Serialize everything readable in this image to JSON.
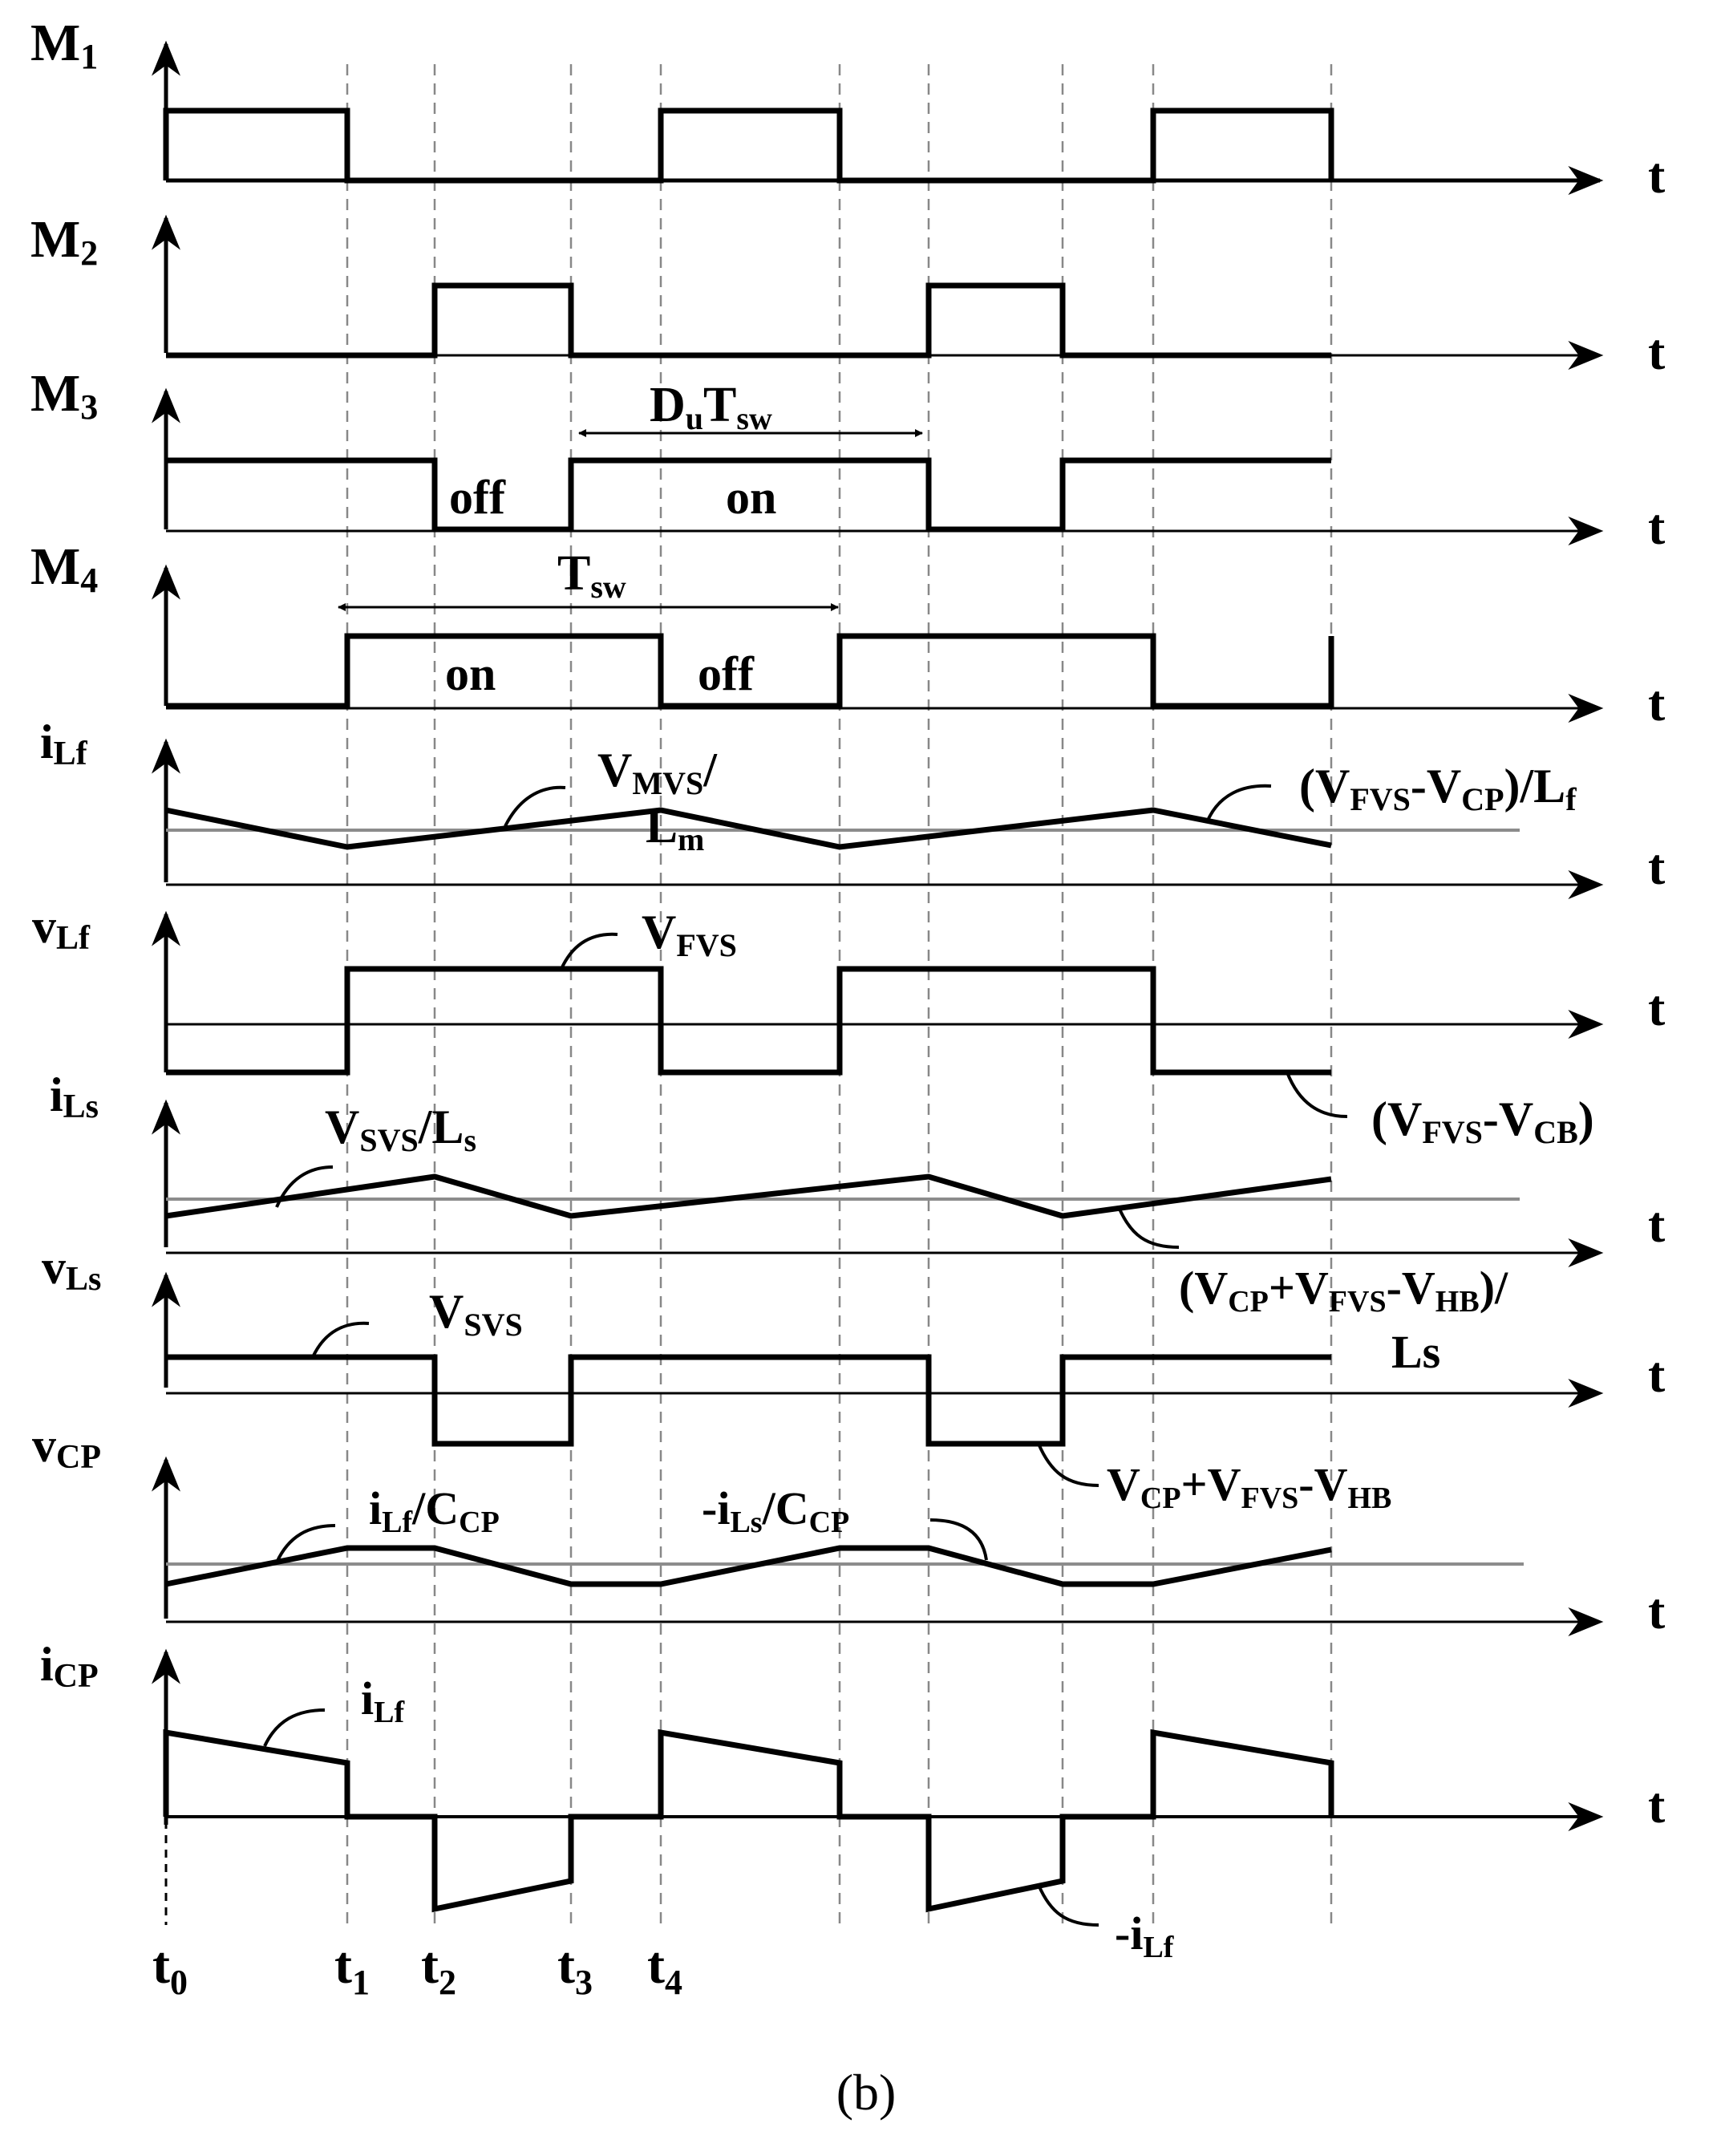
{
  "caption": "(b)",
  "axis_label": "t",
  "time_marks": [
    {
      "base": "t",
      "sub": "0"
    },
    {
      "base": "t",
      "sub": "1"
    },
    {
      "base": "t",
      "sub": "2"
    },
    {
      "base": "t",
      "sub": "3"
    },
    {
      "base": "t",
      "sub": "4"
    }
  ],
  "rows": [
    {
      "base": "M",
      "sub": "1"
    },
    {
      "base": "M",
      "sub": "2"
    },
    {
      "base": "M",
      "sub": "3"
    },
    {
      "base": "M",
      "sub": "4"
    },
    {
      "base": "i",
      "sub": "Lf"
    },
    {
      "base": "v",
      "sub": "Lf"
    },
    {
      "base": "i",
      "sub": "Ls"
    },
    {
      "base": "v",
      "sub": "Ls"
    },
    {
      "base": "v",
      "sub": "CP"
    },
    {
      "base": "i",
      "sub": "CP"
    }
  ],
  "state_labels": {
    "m3_off": "off",
    "m3_on": "on",
    "m4_on": "on",
    "m4_off": "off"
  },
  "intervals": {
    "duty": {
      "base": "D",
      "sub": "u",
      "base2": "T",
      "sub2": "sw"
    },
    "period": {
      "base": "T",
      "sub": "sw"
    }
  },
  "annotations": {
    "ilf_slope_a": {
      "b1": "V",
      "s1": "MVS",
      "b2": "/"
    },
    "ilf_slope_a_line2": {
      "b1": "L",
      "s1": "m"
    },
    "ilf_slope_b": {
      "b1": "(V",
      "s1": "FVS",
      "b2": "-V",
      "s2": "CP",
      "b3": ")/L",
      "s3": "f"
    },
    "vlf_high": {
      "b1": "V",
      "s1": "FVS"
    },
    "vlf_low": {
      "b1": "(V",
      "s1": "FVS",
      "b2": "-V",
      "s2": "CB",
      "b3": ")"
    },
    "ils_slope_a": {
      "b1": "V",
      "s1": "SVS",
      "b2": "/L",
      "s2": "s"
    },
    "ils_slope_b": {
      "b1": "(V",
      "s1": "CP",
      "b2": "+V",
      "s2": "FVS",
      "b3": "-V",
      "s3": "HB",
      "b4": ")/"
    },
    "ils_slope_b_line2": {
      "b1": "Ls"
    },
    "vls_high": {
      "b1": "V",
      "s1": "SVS"
    },
    "vls_low": {
      "b1": "V",
      "s1": "CP",
      "b2": "+V",
      "s2": "FVS",
      "b3": "-V",
      "s3": "HB"
    },
    "vcp_slope_a": {
      "b1": "i",
      "s1": "Lf",
      "b2": "/C",
      "s2": "CP"
    },
    "vcp_slope_b": {
      "b1": "-i",
      "s1": "Ls",
      "b2": "/C",
      "s2": "CP"
    },
    "icp_pos": {
      "b1": "i",
      "s1": "Lf"
    },
    "icp_neg": {
      "b1": "-i",
      "s1": "Lf"
    }
  }
}
